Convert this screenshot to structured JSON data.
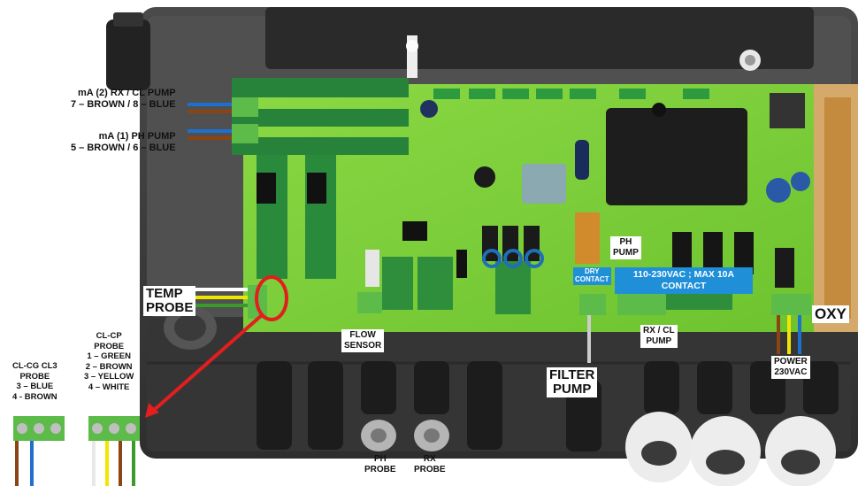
{
  "labels": {
    "ma2": [
      "mA (2) RX / CL PUMP",
      "7 – BROWN / 8 – BLUE"
    ],
    "ma1": [
      "mA (1) PH PUMP",
      "5 – BROWN / 6 – BLUE"
    ],
    "temp_probe": [
      "TEMP",
      "PROBE"
    ],
    "flow_sensor": [
      "FLOW",
      "SENSOR"
    ],
    "dry_contact": [
      "DRY",
      "CONTACT"
    ],
    "relay_contact": [
      "110-230VAC ; MAX 10A",
      "CONTACT"
    ],
    "ph_pump": [
      "PH",
      "PUMP"
    ],
    "rx_cl_pump": [
      "RX / CL",
      "PUMP"
    ],
    "filter_pump": [
      "FILTER",
      "PUMP"
    ],
    "oxy": "OXY",
    "power": [
      "POWER",
      "230VAC"
    ],
    "ph_probe": [
      "PH",
      "PROBE"
    ],
    "rx_probe": [
      "RX",
      "PROBE"
    ],
    "clcp_probe": [
      "CL-CP",
      "PROBE",
      "1 – GREEN",
      "2 – BROWN",
      "3 – YELLOW",
      "4 – WHITE"
    ],
    "clcg_probe": [
      "CL-CG CL3",
      "PROBE",
      "3 – BLUE",
      "4 - BROWN"
    ]
  },
  "colors": {
    "pcb": "#7fd03a",
    "enclosure": "#3c3c3c",
    "callout": "#e21e1e",
    "label_blue": "#1f8fd8",
    "terminal": "#5dbb4a"
  }
}
